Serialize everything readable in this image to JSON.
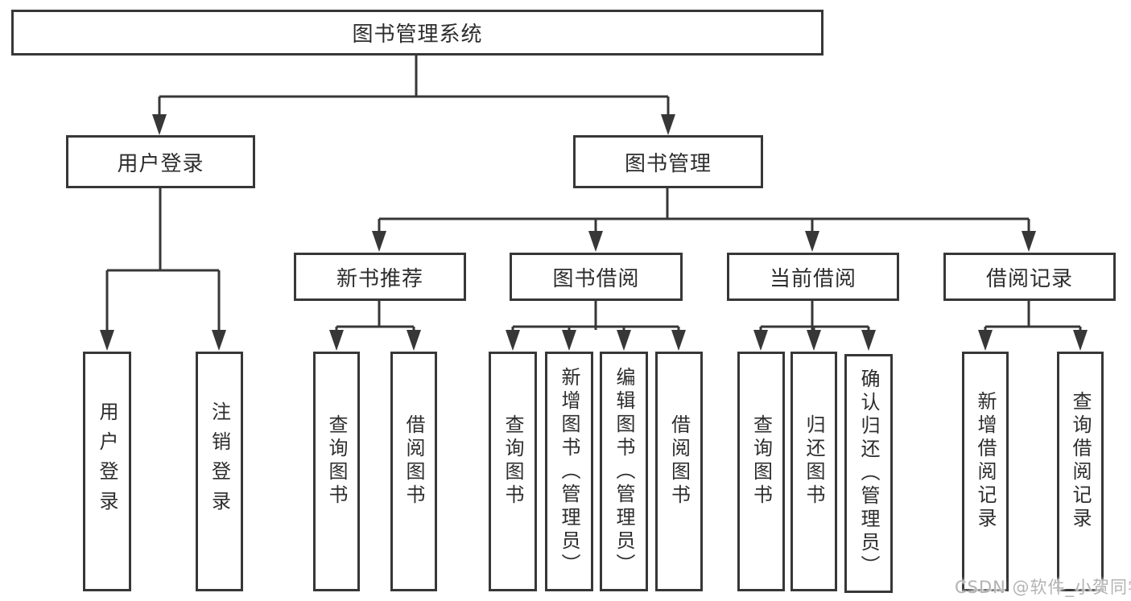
{
  "tree": {
    "label": "图书管理系统",
    "children": [
      {
        "label": "用户登录",
        "children": [
          {
            "label": "用户登录"
          },
          {
            "label": "注销登录"
          }
        ]
      },
      {
        "label": "图书管理",
        "children": [
          {
            "label": "新书推荐",
            "children": [
              {
                "label": "查询图书"
              },
              {
                "label": "借阅图书"
              }
            ]
          },
          {
            "label": "图书借阅",
            "children": [
              {
                "label": "查询图书"
              },
              {
                "label": "新增图书（管理员）"
              },
              {
                "label": "编辑图书（管理员）"
              },
              {
                "label": "借阅图书"
              }
            ]
          },
          {
            "label": "当前借阅",
            "children": [
              {
                "label": "查询图书"
              },
              {
                "label": "归还图书"
              },
              {
                "label": "确认归还（管理员）"
              }
            ]
          },
          {
            "label": "借阅记录",
            "children": [
              {
                "label": "新增借阅记录"
              },
              {
                "label": "查询借阅记录"
              }
            ]
          }
        ]
      }
    ]
  },
  "watermark": {
    "text": "CSDN @软件_小贺同学"
  },
  "colors": {
    "line": "#373737",
    "box_border": "#373737",
    "text": "#2d2d2d",
    "background": "#ffffff",
    "watermark": "#b3b3b3"
  }
}
